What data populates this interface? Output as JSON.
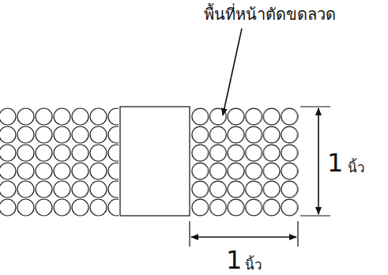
{
  "diagram": {
    "labels": [
      "พื้นที่หน้าตัดขดลวด",
      "1",
      "นิ้ว",
      "1",
      "นิ้ว"
    ]
  }
}
